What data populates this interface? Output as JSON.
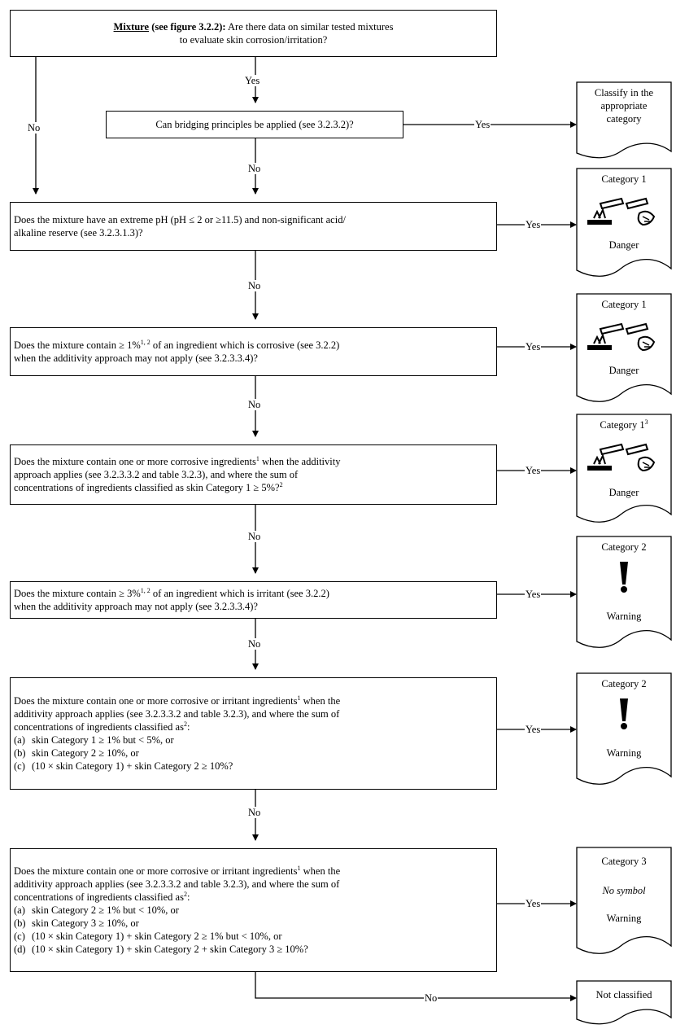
{
  "q0": {
    "lead_u": "Mixture",
    "lead_b": " (see figure 3.2.2):",
    "line1": " Are there data on similar tested mixtures",
    "line2": "to evaluate skin corrosion/irritation?"
  },
  "q_bridge": "Can bridging principles be applied (see 3.2.3.2)?",
  "q_ph": {
    "line1": "Does the mixture have an extreme pH (pH ≤ 2 or ≥11.5) and non-significant acid/",
    "line2": "alkaline reserve (see 3.2.3.1.3)?"
  },
  "q_corr1": {
    "a": "Does the  mixture contain ≥ 1%",
    "sup": "1, 2",
    "b": " of an ingredient which is corrosive (see 3.2.2)",
    "line2": "when the additivity approach may not apply (see 3.2.3.3.4)?"
  },
  "q_corr2": {
    "a": "Does the  mixture contain one or more corrosive ingredients",
    "sup": "1",
    "b": " when the additivity",
    "line2": "approach applies (see 3.2.3.3.2 and table 3.2.3), and where the sum of",
    "line3a": "concentrations of ingredients classified as skin Category 1 ≥ 5%?",
    "line3sup": "2"
  },
  "q_irr1": {
    "a": "Does the  mixture contain ≥ 3%",
    "sup": "1, 2",
    "b": " of an ingredient which is irritant (see 3.2.2)",
    "line2": "when the additivity approach may not apply (see 3.2.3.3.4)?"
  },
  "q_irr2": {
    "a": "Does the mixture contain one or more corrosive or irritant ingredients",
    "sup": "1",
    "b": " when the",
    "line2": "additivity approach applies (see 3.2.3.3.2 and table 3.2.3), and where the sum of",
    "line3a": "concentrations of ingredients classified as",
    "line3sup": "2",
    "line3b": ":",
    "items": [
      {
        "k": "(a)",
        "v": "skin Category 1 ≥ 1% but < 5%, or"
      },
      {
        "k": "(b)",
        "v": "skin Category 2 ≥ 10%, or"
      },
      {
        "k": "(c)",
        "v": "(10 × skin Category 1) + skin Category 2 ≥ 10%?"
      }
    ]
  },
  "q_cat3": {
    "a": "Does the mixture contain one or more corrosive or irritant ingredients",
    "sup": "1",
    "b": " when the",
    "line2": "additivity approach applies (see 3.2.3.3.2 and table 3.2.3), and where the sum of",
    "line3a": "concentrations of ingredients classified as",
    "line3sup": "2",
    "line3b": ":",
    "items": [
      {
        "k": "(a)",
        "v": "skin Category 2 ≥ 1% but < 10%, or"
      },
      {
        "k": "(b)",
        "v": "skin Category 3 ≥ 10%, or"
      },
      {
        "k": "(c)",
        "v": "(10 × skin Category 1) + skin Category 2 ≥ 1% but < 10%, or"
      },
      {
        "k": "(d)",
        "v": "(10 × skin Category 1) + skin Category 2 + skin Category 3 ≥ 10%?"
      }
    ]
  },
  "labels": {
    "yes": "Yes",
    "no": "No"
  },
  "results": {
    "classify": {
      "line1": "Classify in the",
      "line2": "appropriate",
      "line3": "category"
    },
    "cat1_a": {
      "title": "Category 1",
      "signal": "Danger"
    },
    "cat1_b": {
      "title": "Category 1",
      "signal": "Danger"
    },
    "cat1_c": {
      "title": "Category 1",
      "sup": "3",
      "signal": "Danger"
    },
    "cat2_a": {
      "title": "Category 2",
      "signal": "Warning"
    },
    "cat2_b": {
      "title": "Category 2",
      "signal": "Warning"
    },
    "cat3": {
      "title": "Category 3",
      "symbol": "No symbol",
      "signal": "Warning"
    },
    "notclass": {
      "title": "Not classified"
    }
  }
}
